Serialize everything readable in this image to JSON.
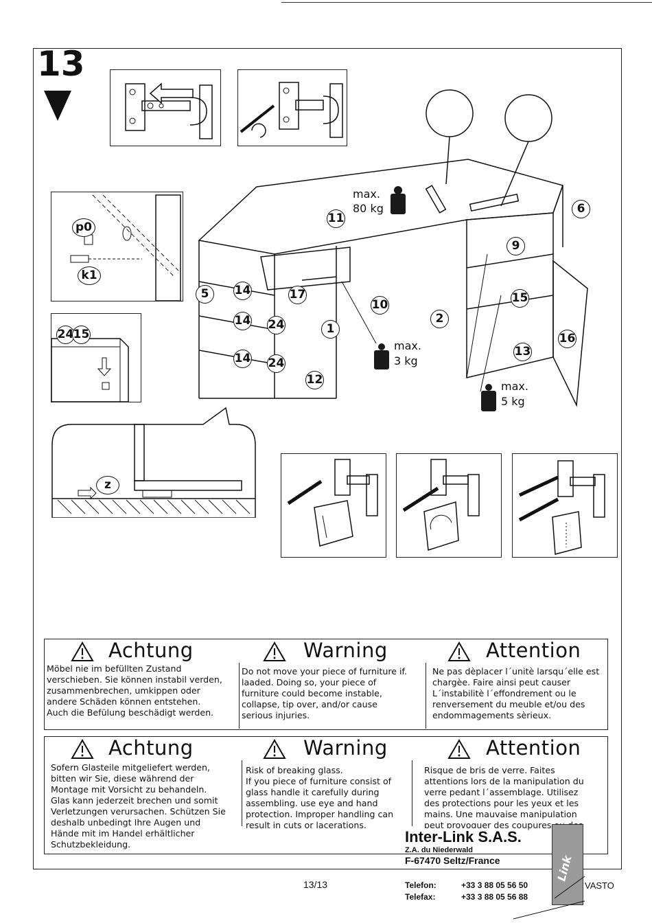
{
  "step": {
    "number": "13"
  },
  "callouts": {
    "parts": [
      "p0",
      "k1",
      "11",
      "6",
      "9",
      "5",
      "14",
      "17",
      "10",
      "15",
      "1",
      "2",
      "24",
      "16",
      "13",
      "12",
      "z"
    ],
    "left_detail_top": "24",
    "left_detail_bottom": "15"
  },
  "loads": {
    "top": {
      "label": "max.",
      "value": "80 kg"
    },
    "drawer": {
      "label": "max.",
      "value": "3 kg"
    },
    "shelf": {
      "label": "max.",
      "value": "5 kg"
    }
  },
  "warnings_1": {
    "de": {
      "title": "Achtung",
      "body": "Möbel nie im befüllten Zustand\nverschieben. Sie können instabil verden,\nzusammenbrechen, umkippen oder\nandere Schäden können entstehen.\nAuch die Befülung beschädigt werden."
    },
    "en": {
      "title": "Warning",
      "body": "Do not move your piece of furniture if.\nlaaded. Doing so, your piece of\nfurniture could become instable,\ncollapse, tip over, and/or cause\nserious injuries."
    },
    "fr": {
      "title": "Attention",
      "body": "Ne pas dèplacer l´unitè larsqu´elle est\nchargèe. Faire ainsi peut causer\nL´instabilitè l´effondrement ou le\nrenversement du meuble et/ou des\nendommagements sèrieux."
    }
  },
  "warnings_2": {
    "de": {
      "title": "Achtung",
      "body": "Sofern Glasteile mitgeliefert werden,\nbitten wir Sie, diese während der\nMontage mit Vorsicht zu behandeln.\nGlas kann jederzeit brechen und somit\nVerletzungen verursachen. Schützen Sie\ndeshalb unbedingt Ihre Augen und\nHände mit im Handel erhältlicher\nSchutzbekleidung."
    },
    "en": {
      "title": "Warning",
      "body": "Risk of breaking glass.\nIf you piece of furniture consist of\nglass handle it carefully during\nassembling. use eye and hand\nprotection. Improper handling can\nresult in cuts or lacerations."
    },
    "fr": {
      "title": "Attention",
      "body": "Risque de bris de verre. Faites\nattentions lors de la manipulation du\nverre pedant l´assemblage. Utilisez\ndes protections pour les yeux et les\nmains. Une mauvaise manipulation\npeut provoquer des coupures ou des\nlacérations."
    }
  },
  "footer": {
    "page": "13/13",
    "company": "Inter-Link S.A.S.",
    "address1": "Z.A. du Niederwald",
    "address2": "F-67470 Seltz/France",
    "tel_label": "Telefon:",
    "tel": "+33 3 88 05 56 50",
    "fax_label": "Telefax:",
    "fax": "+33 3 88 05 56 88",
    "logo_text": "Link",
    "model": "VASTO"
  },
  "colors": {
    "ink": "#111111",
    "paper": "#ffffff",
    "weight": "#1a1a1a"
  }
}
